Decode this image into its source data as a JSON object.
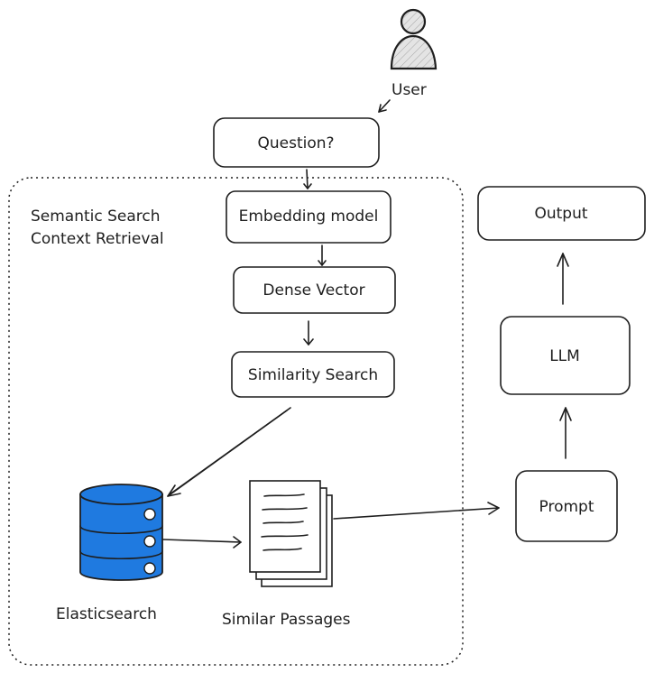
{
  "nodes": {
    "user": "User",
    "question": "Question?",
    "embedding": "Embedding model",
    "dense_vector": "Dense Vector",
    "similarity_search": "Similarity Search",
    "elasticsearch": "Elasticsearch",
    "similar_passages": "Similar Passages",
    "prompt": "Prompt",
    "llm": "LLM",
    "output": "Output"
  },
  "group": {
    "title_line1": "Semantic Search",
    "title_line2": "Context Retrieval"
  },
  "colors": {
    "database_fill": "#1f7ae0",
    "stroke": "#1e1e1e",
    "user_fill": "#d9d9d9"
  }
}
